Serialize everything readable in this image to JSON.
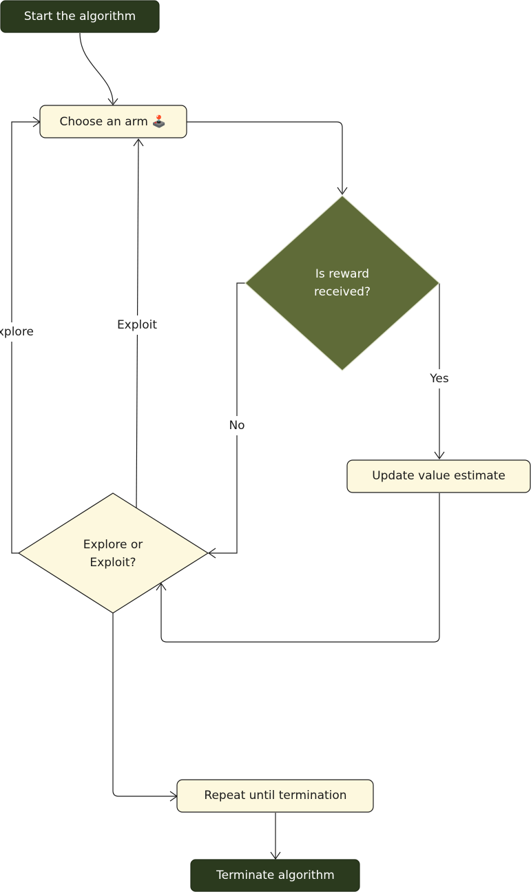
{
  "nodes": {
    "start": {
      "label": "Start the algorithm"
    },
    "choose_arm": {
      "label": "Choose an arm 🕹️"
    },
    "reward_decision": {
      "lines": [
        "Is reward",
        "received?"
      ]
    },
    "update_value": {
      "label": "Update value estimate"
    },
    "explore_exploit": {
      "lines": [
        "Explore or",
        "Exploit?"
      ]
    },
    "repeat": {
      "label": "Repeat until termination"
    },
    "terminate": {
      "label": "Terminate algorithm"
    }
  },
  "edges": {
    "explore": {
      "label": "Explore"
    },
    "exploit": {
      "label": "Exploit"
    },
    "no": {
      "label": "No"
    },
    "yes": {
      "label": "Yes"
    }
  },
  "colors": {
    "dark_node": "#2b3a1e",
    "olive_diamond": "#5f6b38",
    "light_node": "#fdf8de",
    "line": "#1a1a1a"
  }
}
